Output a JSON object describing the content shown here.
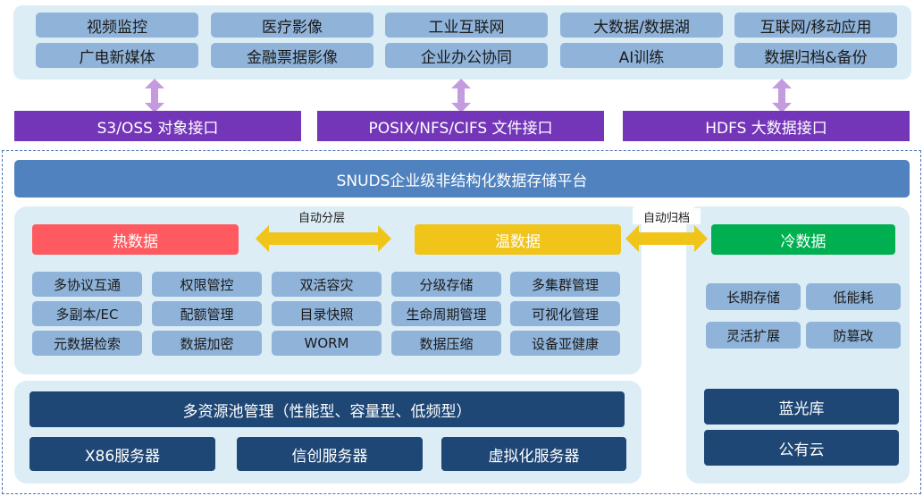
{
  "applications": {
    "row1": [
      "视频监控",
      "医疗影像",
      "工业互联网",
      "大数据/数据湖",
      "互联网/移动应用"
    ],
    "row2": [
      "广电新媒体",
      "金融票据影像",
      "企业办公协同",
      "AI训练",
      "数据归档&备份"
    ]
  },
  "interfaces": [
    {
      "label": "S3/OSS 对象接口"
    },
    {
      "label": "POSIX/NFS/CIFS 文件接口"
    },
    {
      "label": "HDFS 大数据接口"
    }
  ],
  "platform": {
    "title": "SNUDS企业级非结构化数据存储平台"
  },
  "tiers": {
    "hot": {
      "label": "热数据",
      "color": "#ff5a5f"
    },
    "warm": {
      "label": "温数据",
      "color": "#f0c419"
    },
    "cold": {
      "label": "冷数据",
      "color": "#00b050"
    },
    "hot_to_warm": "自动分层",
    "warm_to_cold": "自动归档"
  },
  "features": [
    [
      "多协议互通",
      "权限管控",
      "双活容灾",
      "分级存储",
      "多集群管理"
    ],
    [
      "多副本/EC",
      "配额管理",
      "目录快照",
      "生命周期管理",
      "可视化管理"
    ],
    [
      "元数据检索",
      "数据加密",
      "WORM",
      "数据压缩",
      "设备亚健康"
    ]
  ],
  "cold_features": [
    [
      "长期存储",
      "低能耗"
    ],
    [
      "灵活扩展",
      "防篡改"
    ]
  ],
  "cold_targets": [
    "蓝光库",
    "公有云"
  ],
  "resource_pool": {
    "title": "多资源池管理（性能型、容量型、低频型）",
    "servers": [
      "X86服务器",
      "信创服务器",
      "虚拟化服务器"
    ]
  },
  "colors": {
    "panel_bg": "#dcedf5",
    "chip": "#8fb3d9",
    "interface": "#7436b8",
    "platform": "#4f82bf",
    "navy": "#1f4775",
    "arrow_purple": "#c59be0",
    "arrow_gold": "#f0c419"
  }
}
